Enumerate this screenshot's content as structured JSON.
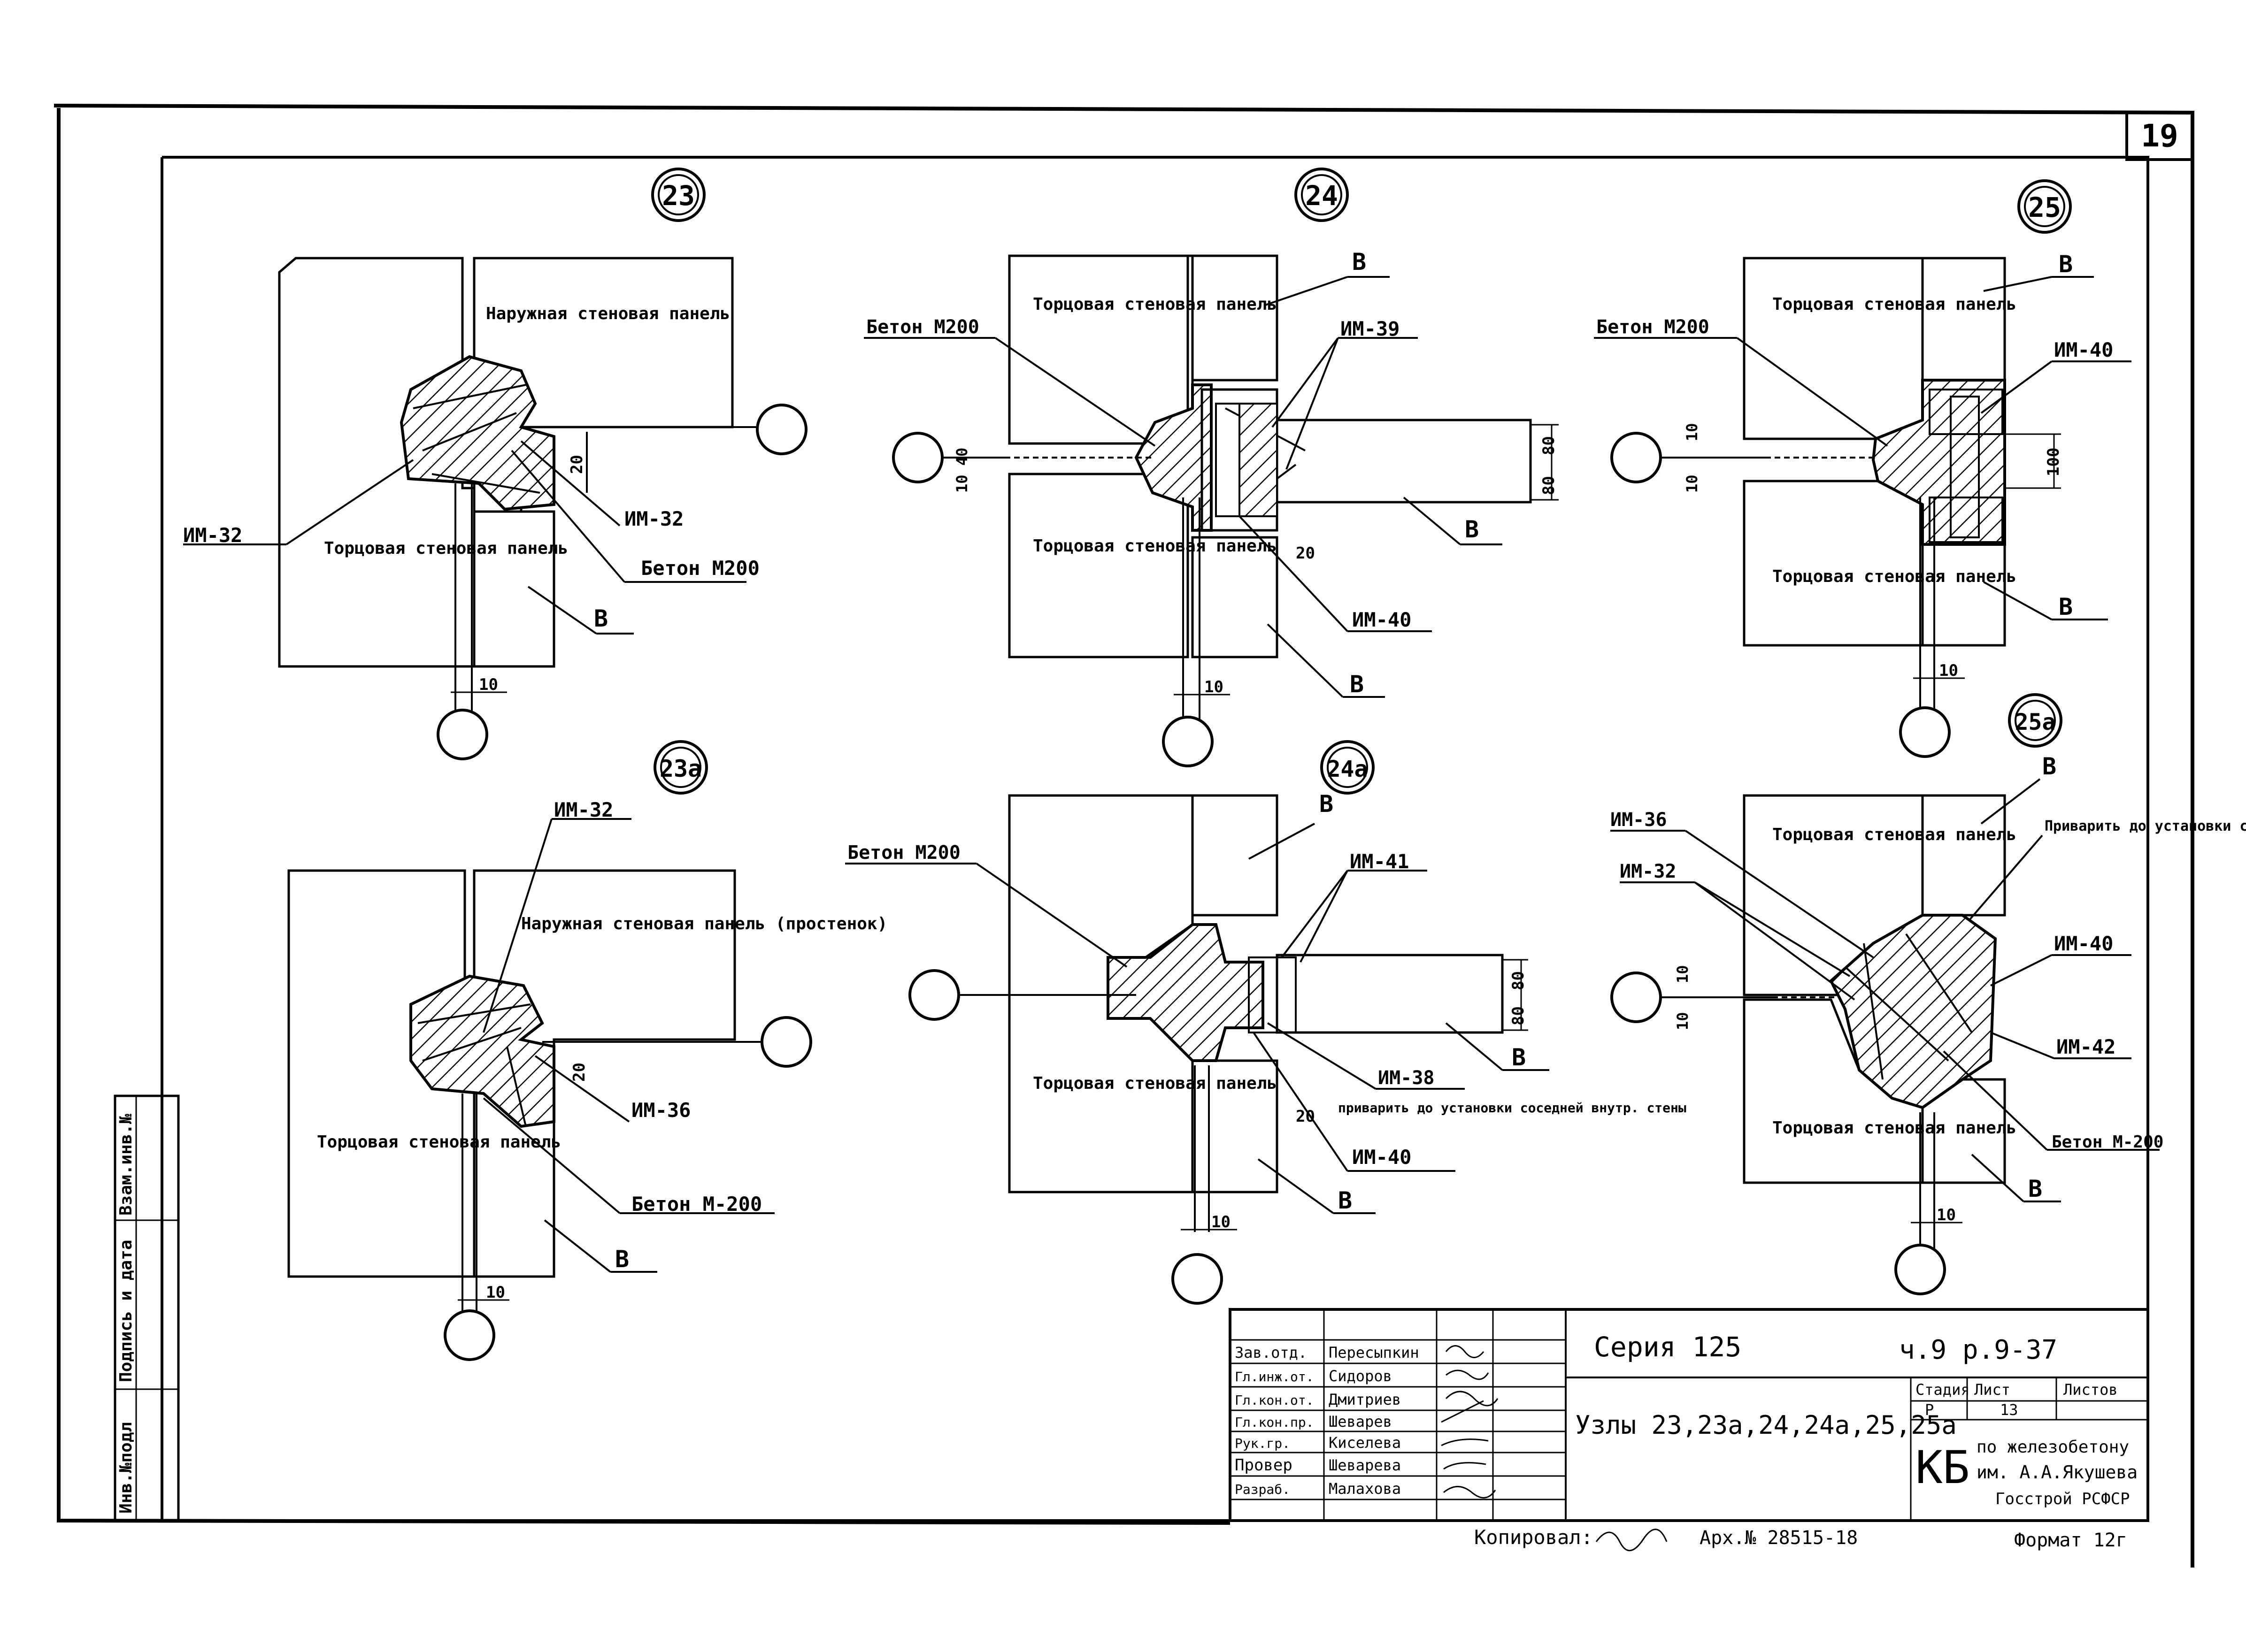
{
  "sheet": {
    "sheet_number": "19",
    "side_stamp": [
      "Инв.№подл",
      "Подпись и дата",
      "Взам.инв.№"
    ]
  },
  "nodes": [
    {
      "num": "23",
      "labels": {
        "outer_panel": "Наружная стеновая панель",
        "end_panel": "Торцовая стеновая панель",
        "im_left": "ИМ-32",
        "im_right": "ИМ-32",
        "concrete": "Бетон М200",
        "wall": "В",
        "dim_gap": "20",
        "dim_joint": "10"
      }
    },
    {
      "num": "23а",
      "labels": {
        "outer_panel": "Наружная стеновая панель (простенок)",
        "end_panel": "Торцовая стеновая панель",
        "im_top": "ИМ-32",
        "im_right": "ИМ-36",
        "concrete": "Бетон М-200",
        "wall": "В",
        "dim_gap": "20",
        "dim_joint": "10"
      }
    },
    {
      "num": "24",
      "labels": {
        "concrete": "Бетон М200",
        "end_panel_top": "Торцовая стеновая панель",
        "end_panel_bottom": "Торцовая стеновая панель",
        "im_top": "ИМ-39",
        "im_bottom": "ИМ-40",
        "wall_1": "В",
        "wall_2": "В",
        "wall_3": "В",
        "dim_10_40": "10 40",
        "dim_80a": "80",
        "dim_80b": "80",
        "dim_20": "20",
        "dim_joint": "10"
      }
    },
    {
      "num": "24а",
      "labels": {
        "concrete": "Бетон М200",
        "end_panel": "Торцовая стеновая панель",
        "im_41": "ИМ-41",
        "im_38": "ИМ-38",
        "weld_note": "приварить до установки соседней внутр. стены",
        "im_40": "ИМ-40",
        "wall_1": "В",
        "wall_2": "В",
        "wall_3": "В",
        "dim_80a": "80",
        "dim_80b": "80",
        "dim_20": "20",
        "dim_joint": "10"
      }
    },
    {
      "num": "25",
      "labels": {
        "concrete": "Бетон М200",
        "end_panel_top": "Торцовая стеновая панель",
        "end_panel_bottom": "Торцовая стеновая панель",
        "im_40": "ИМ-40",
        "wall_1": "В",
        "wall_2": "В",
        "dim_10a": "10",
        "dim_10b": "10",
        "dim_100": "100",
        "dim_joint": "10"
      }
    },
    {
      "num": "25а",
      "labels": {
        "im_36": "ИМ-36",
        "im_32": "ИМ-32",
        "weld_note": "Приварить до установки соседней внутр. стены",
        "im_40": "ИМ-40",
        "im_42": "ИМ-42",
        "concrete": "Бетон М-200",
        "end_panel_top": "Торцовая стеновая панель",
        "end_panel_bottom": "Торцовая стеновая панель",
        "wall_1": "В",
        "wall_2": "В",
        "dim_10a": "10",
        "dim_10b": "10",
        "dim_joint": "10"
      }
    }
  ],
  "title_block": {
    "people": [
      {
        "role": "Зав.отд.",
        "name": "Пересыпкин"
      },
      {
        "role": "Гл.инж.от.",
        "name": "Сидоров"
      },
      {
        "role": "Гл.кон.от.",
        "name": "Дмитриев"
      },
      {
        "role": "Гл.кон.пр.",
        "name": "Шеварев"
      },
      {
        "role": "Рук.гр.",
        "name": "Киселева"
      },
      {
        "role": "Провер",
        "name": "Шеварева"
      },
      {
        "role": "Разраб.",
        "name": "Малахова"
      }
    ],
    "series": "Серия 125",
    "code": "ч.9 р.9-37",
    "title": "Узлы 23,23а,24,24а,25,25а",
    "stage_header": "Стадия",
    "sheet_header": "Лист",
    "sheets_header": "Листов",
    "stage": "Р",
    "sheet": "13",
    "org_abbr": "КБ",
    "org_line1": "по железобетону",
    "org_line2": "им. А.А.Якушева",
    "org_line3": "Госстрой РСФСР",
    "copied": "Копировал:",
    "archive": "Арх.№ 28515-18",
    "format": "Формат 12г"
  }
}
